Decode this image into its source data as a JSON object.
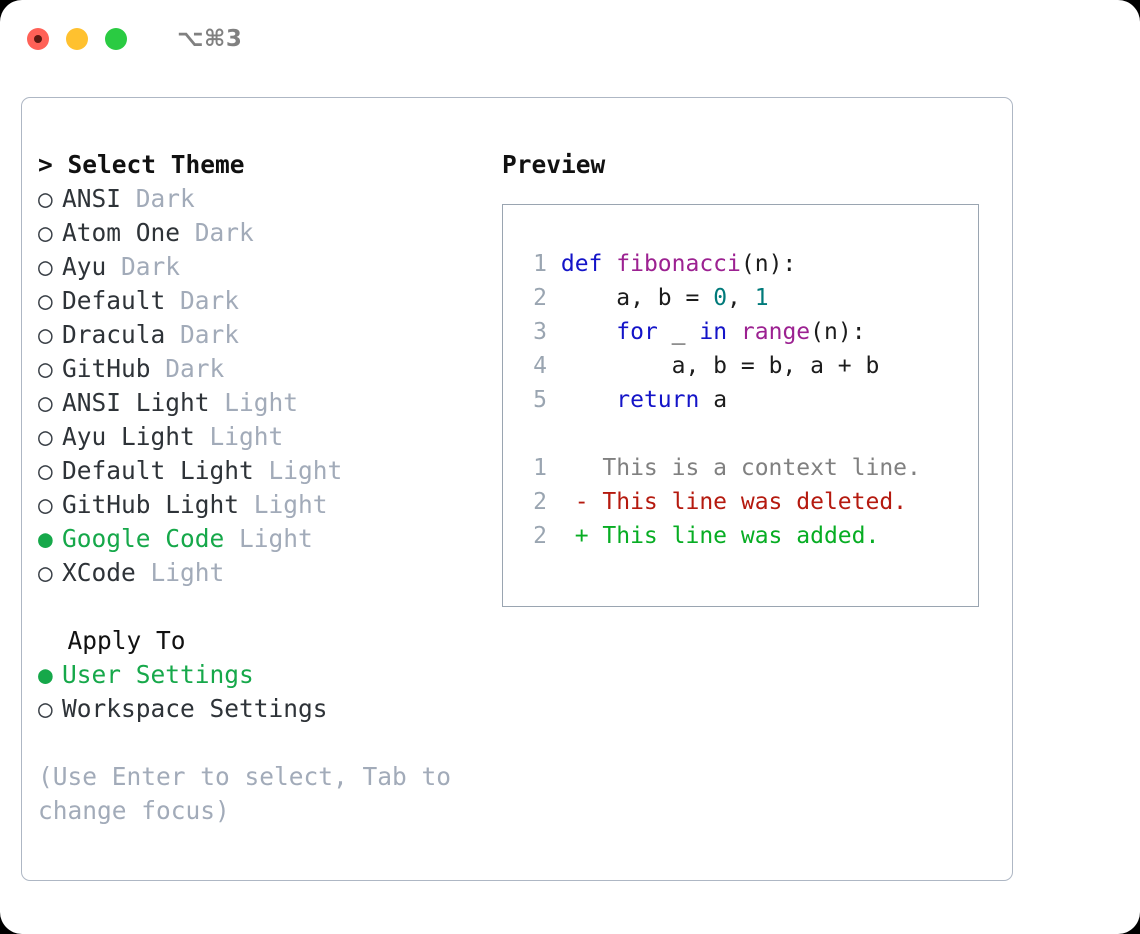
{
  "titlebar": {
    "shortcut": "⌥⌘3",
    "buttons": [
      {
        "name": "close",
        "color": "#ff6157"
      },
      {
        "name": "minimize",
        "color": "#ffc12f"
      },
      {
        "name": "maximize",
        "color": "#2acb42"
      }
    ]
  },
  "theme_picker": {
    "header": "> Select Theme",
    "bullet_selected": "●",
    "bullet_unselected": "○",
    "items": [
      {
        "label": "ANSI",
        "tag": "Dark",
        "selected": false
      },
      {
        "label": "Atom One",
        "tag": "Dark",
        "selected": false
      },
      {
        "label": "Ayu",
        "tag": "Dark",
        "selected": false
      },
      {
        "label": "Default",
        "tag": "Dark",
        "selected": false
      },
      {
        "label": "Dracula",
        "tag": "Dark",
        "selected": false
      },
      {
        "label": "GitHub",
        "tag": "Dark",
        "selected": false
      },
      {
        "label": "ANSI Light",
        "tag": "Light",
        "selected": false
      },
      {
        "label": "Ayu Light",
        "tag": "Light",
        "selected": false
      },
      {
        "label": "Default Light",
        "tag": "Light",
        "selected": false
      },
      {
        "label": "GitHub Light",
        "tag": "Light",
        "selected": false
      },
      {
        "label": "Google Code",
        "tag": "Light",
        "selected": true
      },
      {
        "label": "XCode",
        "tag": "Light",
        "selected": false
      }
    ]
  },
  "apply_to": {
    "header": "Apply To",
    "options": [
      {
        "label": "User Settings",
        "selected": true
      },
      {
        "label": "Workspace Settings",
        "selected": false
      }
    ]
  },
  "hint": "(Use Enter to select, Tab to change focus)",
  "preview": {
    "title": "Preview",
    "code_lines": [
      {
        "num": "1",
        "tokens": [
          {
            "t": "def ",
            "c": "kw"
          },
          {
            "t": "fibonacci",
            "c": "fn"
          },
          {
            "t": "(n):",
            "c": "plain"
          }
        ]
      },
      {
        "num": "2",
        "tokens": [
          {
            "t": "    a, b = ",
            "c": "plain"
          },
          {
            "t": "0",
            "c": "num"
          },
          {
            "t": ", ",
            "c": "plain"
          },
          {
            "t": "1",
            "c": "num"
          }
        ]
      },
      {
        "num": "3",
        "tokens": [
          {
            "t": "    ",
            "c": "plain"
          },
          {
            "t": "for",
            "c": "kw"
          },
          {
            "t": " _ ",
            "c": "plain"
          },
          {
            "t": "in",
            "c": "kw"
          },
          {
            "t": " ",
            "c": "plain"
          },
          {
            "t": "range",
            "c": "fn"
          },
          {
            "t": "(n):",
            "c": "plain"
          }
        ]
      },
      {
        "num": "4",
        "tokens": [
          {
            "t": "        a, b = b, a + b",
            "c": "plain"
          }
        ]
      },
      {
        "num": "5",
        "tokens": [
          {
            "t": "    ",
            "c": "plain"
          },
          {
            "t": "return",
            "c": "kw"
          },
          {
            "t": " a",
            "c": "plain"
          }
        ]
      }
    ],
    "diff_lines": [
      {
        "num": "1",
        "marker": " ",
        "text": " This is a context line.",
        "kind": "ctx"
      },
      {
        "num": "2",
        "marker": "-",
        "text": " This line was deleted.",
        "kind": "del"
      },
      {
        "num": "2",
        "marker": "+",
        "text": " This line was added.",
        "kind": "add"
      }
    ]
  },
  "colors": {
    "accent_green": "#16a84a",
    "tag_gray": "#a2abb9",
    "border": "#aeb7c4",
    "code_border": "#9aa5b1",
    "keyword": "#1414c8",
    "function": "#9c2191",
    "number": "#007a7a",
    "diff_context": "#808080",
    "diff_deleted": "#b51a0f",
    "diff_added": "#07ad23"
  }
}
